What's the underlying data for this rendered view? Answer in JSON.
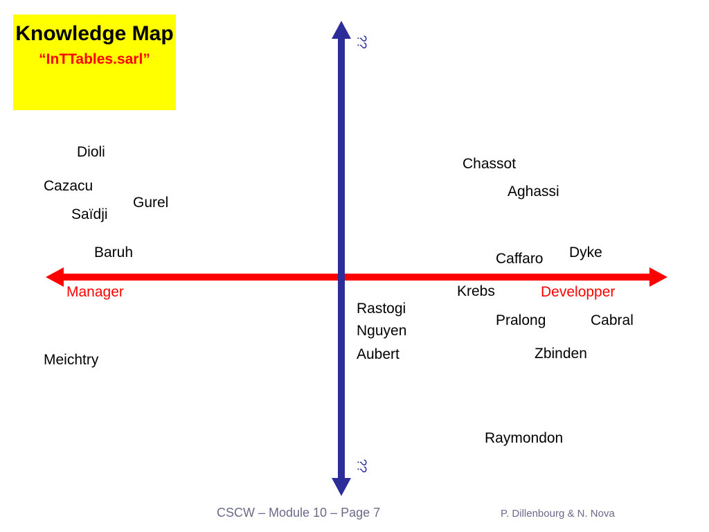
{
  "title": {
    "main": "Knowledge Map",
    "subtitle": "“InTTables.sarl”",
    "box_color": "#ffff00"
  },
  "axes": {
    "horizontal": {
      "left_label": "Manager",
      "right_label": "Developper",
      "color": "#ff0000"
    },
    "vertical": {
      "top_label": "??",
      "bottom_label": "??",
      "color": "#2d2d9a"
    }
  },
  "people": [
    {
      "key": "dioli",
      "name": "Dioli"
    },
    {
      "key": "cazacu",
      "name": "Cazacu"
    },
    {
      "key": "gurel",
      "name": "Gurel"
    },
    {
      "key": "saidji",
      "name": "Saïdji"
    },
    {
      "key": "baruh",
      "name": "Baruh"
    },
    {
      "key": "meichtry",
      "name": "Meichtry"
    },
    {
      "key": "chassot",
      "name": "Chassot"
    },
    {
      "key": "aghassi",
      "name": "Aghassi"
    },
    {
      "key": "caffaro",
      "name": "Caffaro"
    },
    {
      "key": "dyke",
      "name": "Dyke"
    },
    {
      "key": "krebs",
      "name": "Krebs"
    },
    {
      "key": "rastogi",
      "name": "Rastogi"
    },
    {
      "key": "nguyen",
      "name": "Nguyen"
    },
    {
      "key": "aubert",
      "name": "Aubert"
    },
    {
      "key": "pralong",
      "name": "Pralong"
    },
    {
      "key": "cabral",
      "name": "Cabral"
    },
    {
      "key": "zbinden",
      "name": "Zbinden"
    },
    {
      "key": "raymondon",
      "name": "Raymondon"
    }
  ],
  "footer": {
    "center": "CSCW – Module 10 – Page 7",
    "right": "P. Dillenbourg & N. Nova"
  }
}
